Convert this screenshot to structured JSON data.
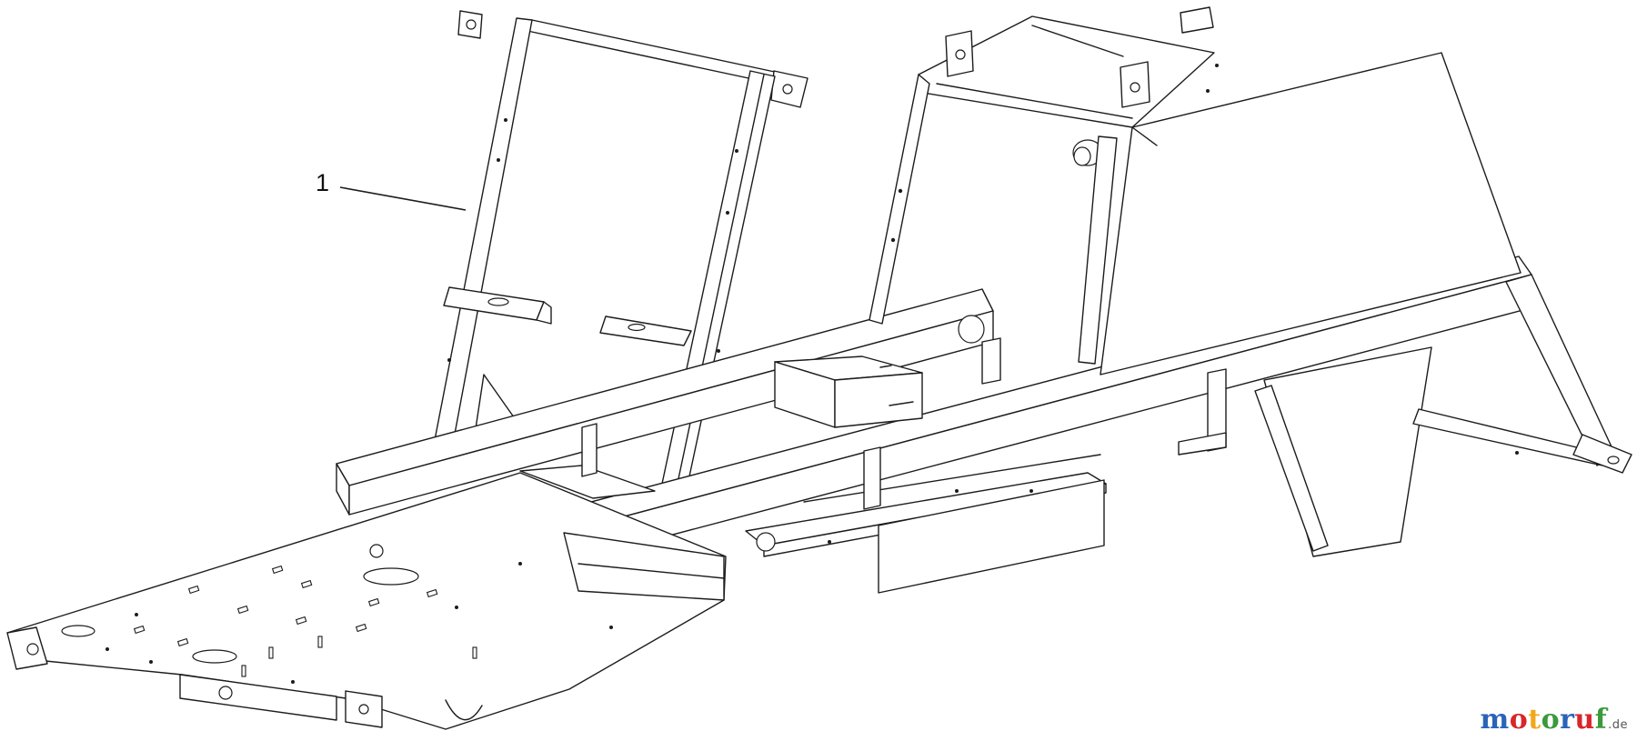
{
  "diagram": {
    "callouts": [
      {
        "label": "1"
      }
    ]
  },
  "watermark": {
    "chars": [
      "m",
      "o",
      "t",
      "o",
      "r",
      "u",
      "f"
    ],
    "colors": [
      "#2a63b8",
      "#d8262b",
      "#f0a81c",
      "#3a9a3c",
      "#2a63b8",
      "#d8262b",
      "#3a9a3c"
    ],
    "tld": ".de"
  }
}
